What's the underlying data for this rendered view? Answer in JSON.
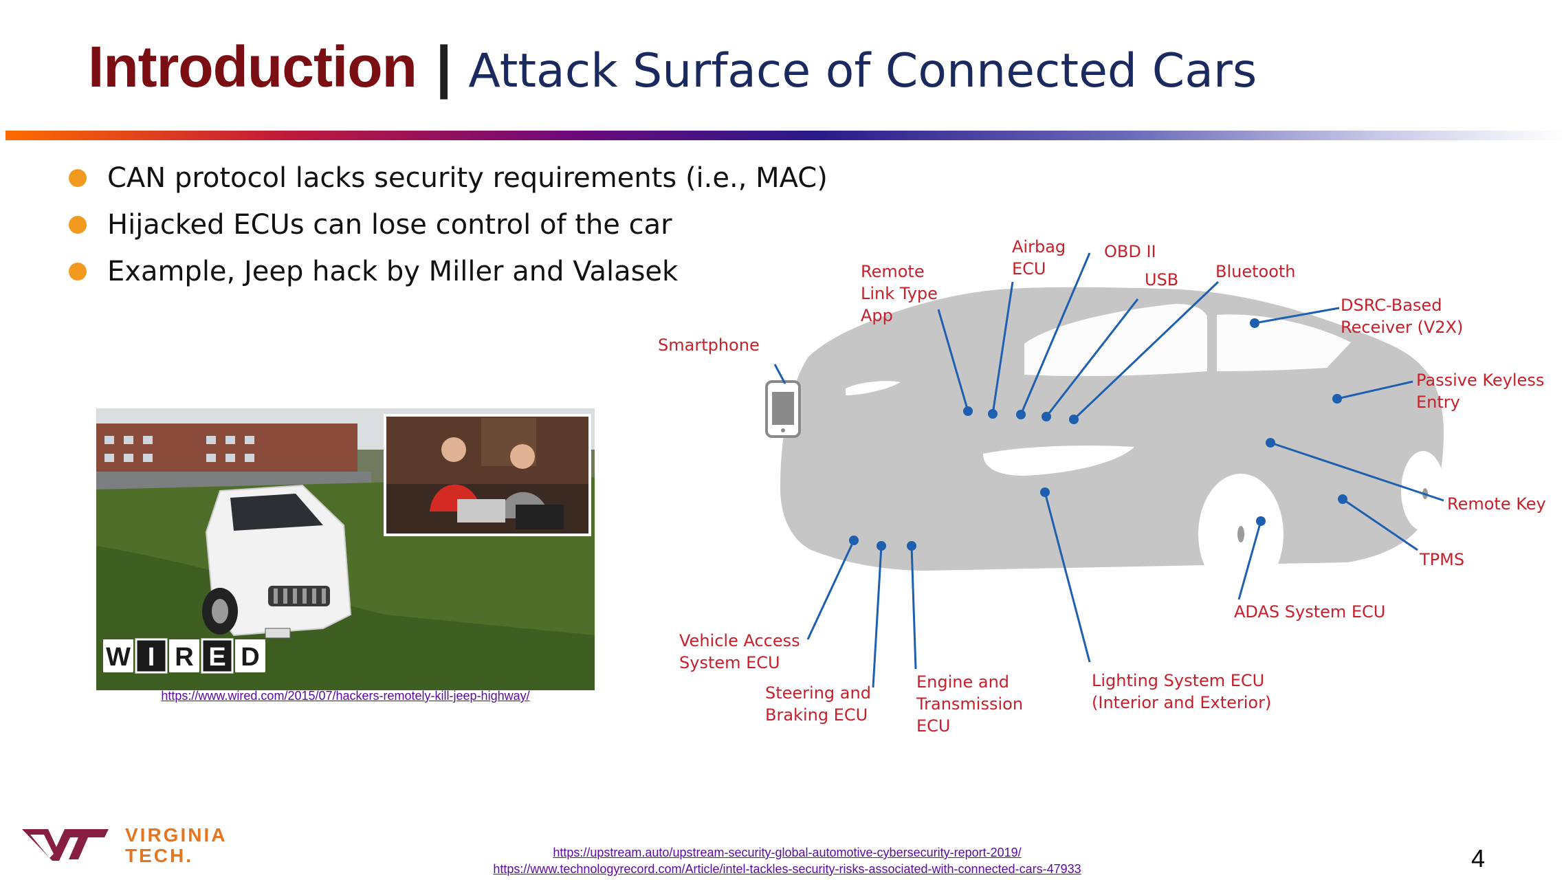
{
  "slide": {
    "title_main": "Introduction",
    "title_separator": "|",
    "title_sub": "Attack Surface of Connected Cars",
    "bullets": [
      "CAN protocol lacks security requirements (i.e., MAC)",
      "Hijacked ECUs can lose control of the car",
      "Example, Jeep hack by Miller and Valasek"
    ],
    "photo": {
      "watermark": "WIRED",
      "link": "https://www.wired.com/2015/07/hackers-remotely-kill-jeep-highway/"
    },
    "diagram_labels": {
      "smartphone": "Smartphone",
      "remote_link_1": "Remote",
      "remote_link_2": "Link Type",
      "remote_link_3": "App",
      "airbag_1": "Airbag",
      "airbag_2": "ECU",
      "obd": "OBD II",
      "usb": "USB",
      "bluetooth": "Bluetooth",
      "dsrc_1": "DSRC-Based",
      "dsrc_2": "Receiver (V2X)",
      "keyless_1": "Passive Keyless",
      "keyless_2": "Entry",
      "remote_key": "Remote Key",
      "tpms": "TPMS",
      "adas": "ADAS System ECU",
      "lighting_1": "Lighting System ECU",
      "lighting_2": "(Interior and Exterior)",
      "engine_1": "Engine and",
      "engine_2": "Transmission",
      "engine_3": "ECU",
      "steering_1": "Steering and",
      "steering_2": "Braking ECU",
      "vehicle_access_1": "Vehicle Access",
      "vehicle_access_2": "System ECU"
    },
    "logo": {
      "monogram": "VT",
      "line1": "VIRGINIA",
      "line2": "TECH."
    },
    "references": [
      "https://upstream.auto/upstream-security-global-automotive-cybersecurity-report-2019/",
      "https://www.technologyrecord.com/Article/intel-tackles-security-risks-associated-with-connected-cars-47933"
    ],
    "page_number": "4",
    "colors": {
      "title_main": "#7a0e12",
      "title_sub": "#1b2a5e",
      "bullet_dot": "#f29a1f",
      "diagram_label": "#c8202a",
      "diagram_line": "#1f5fb0",
      "car_body": "#c6c6c6",
      "link": "#5a0aa0",
      "vt_maroon": "#861f41",
      "vt_orange": "#e5751f"
    }
  }
}
